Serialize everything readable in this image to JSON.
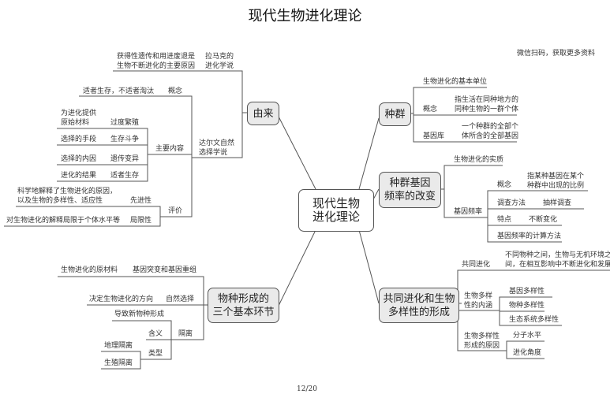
{
  "title": "现代生物进化理论",
  "watermark": "微信扫码，获取更多资料",
  "footer": "12/20",
  "center": "现代生物\n进化理论",
  "origin": {
    "label": "由来",
    "lamarck": {
      "label": "拉马克的\n进化学说",
      "detail": "获得性遗传和用进废退是\n生物不断进化的主要原因"
    },
    "darwin": {
      "label": "达尔文自然\n选择学说",
      "concept": {
        "label": "概念",
        "detail": "适者生存，不适者淘汰"
      },
      "main": {
        "label": "主要内容",
        "items": [
          {
            "label": "过度繁殖",
            "detail": "为进化提供\n原始材料"
          },
          {
            "label": "生存斗争",
            "detail": "选择的手段"
          },
          {
            "label": "遗传变异",
            "detail": "选择的内因"
          },
          {
            "label": "适者生存",
            "detail": "进化的结果"
          }
        ]
      },
      "evaluation": {
        "label": "评价",
        "items": [
          {
            "label": "先进性",
            "detail": "科学地解释了生物进化的原因，\n以及生物的多样性、适应性"
          },
          {
            "label": "局限性",
            "detail": "对生物进化的解释局限于个体水平等"
          }
        ]
      }
    }
  },
  "population": {
    "label": "种群",
    "items": [
      {
        "label": "生物进化的基本单位"
      },
      {
        "label": "概念",
        "detail": "指生活在同种地方的\n同种生物的一群个体"
      },
      {
        "label": "基因库",
        "detail": "一个种群的全部个\n体所含的全部基因"
      }
    ]
  },
  "frequency": {
    "label": "种群基因\n频率的改变",
    "essence": "生物进化的实质",
    "gene_freq": {
      "label": "基因频率",
      "items": [
        {
          "label": "概念",
          "detail": "指某种基因在某个\n种群中出现的比例"
        },
        {
          "label": "调查方法",
          "detail": "抽样调查"
        },
        {
          "label": "特点",
          "detail": "不断变化"
        },
        {
          "label": "基因频率的计算方法"
        }
      ]
    }
  },
  "speciation": {
    "label": "物种形成的\n三个基本环节",
    "mutation": {
      "label": "基因突变和基因重组",
      "detail": "生物进化的原材料"
    },
    "selection": {
      "label": "自然选择",
      "detail": "决定生物进化的方向"
    },
    "isolation": {
      "label": "隔离",
      "result": "导致新物种形成",
      "meaning": "含义",
      "types": {
        "label": "类型",
        "items": [
          "地理隔离",
          "生殖隔离"
        ]
      }
    }
  },
  "coevolution": {
    "label": "共同进化和生物\n多样性的形成",
    "co": {
      "label": "共同进化",
      "detail": "不同物种之间，生物与无机环境之\n间，在相互影响中不断进化和发展"
    },
    "connotation": {
      "label": "生物多样\n性的内涵",
      "items": [
        "基因多样性",
        "物种多样性",
        "生态系统多样性"
      ]
    },
    "cause": {
      "label": "生物多样性\n形成的原因",
      "items": [
        "分子水平",
        "进化角度"
      ]
    }
  }
}
